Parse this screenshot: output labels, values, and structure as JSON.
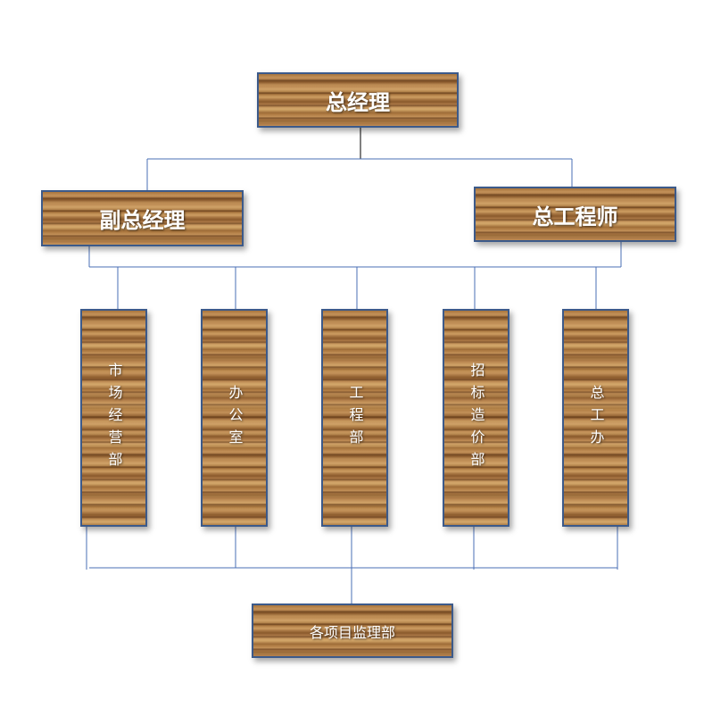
{
  "top": {
    "label": "总经理"
  },
  "second": [
    {
      "label": "副总经理"
    },
    {
      "label": "总工程师"
    }
  ],
  "departments": [
    {
      "label": "市场经营部"
    },
    {
      "label": "办公室"
    },
    {
      "label": "工程部"
    },
    {
      "label": "招标造价部"
    },
    {
      "label": "总工办"
    }
  ],
  "bottom": {
    "label": "各项目监理部"
  },
  "colors": {
    "line": "#4a6fb5",
    "border": "#3c5a8a",
    "text": "#ffffff"
  }
}
